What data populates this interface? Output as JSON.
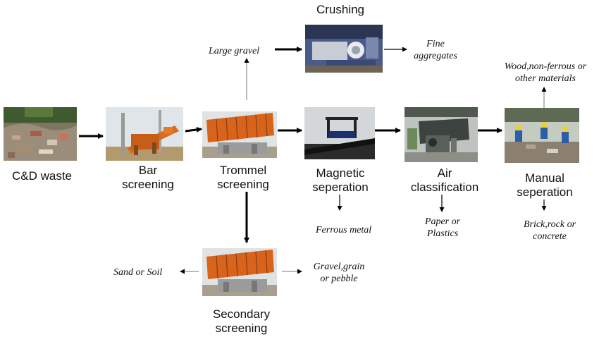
{
  "stages": {
    "cd_waste": "C&D waste",
    "bar_screening": [
      "Bar",
      "screening"
    ],
    "trommel_screening": [
      "Trommel",
      "screening"
    ],
    "magnetic_separation": [
      "Magnetic",
      "seperation"
    ],
    "air_classification": [
      "Air",
      "classification"
    ],
    "manual_separation": [
      "Manual",
      "seperation"
    ],
    "crushing": "Crushing",
    "secondary_screening": [
      "Secondary",
      "screening"
    ]
  },
  "outputs": {
    "large_gravel": "Large gravel",
    "fine_aggregates": [
      "Fine",
      "aggregates"
    ],
    "wood_nonferrous": [
      "Wood,non-ferrous or",
      "other materials"
    ],
    "ferrous_metal": "Ferrous metal",
    "paper_plastics": [
      "Paper or",
      "Plastics"
    ],
    "brick_rock": [
      "Brick,rock or",
      "concrete"
    ],
    "sand_soil": "Sand or Soil",
    "gravel_grain": [
      "Gravel,grain",
      "or pebble"
    ]
  }
}
